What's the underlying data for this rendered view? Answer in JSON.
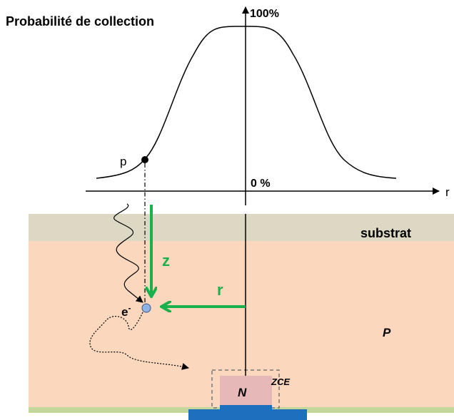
{
  "title": "Probabilité de collection",
  "top_label": "100%",
  "zero_label": "0 %",
  "point_label": "p",
  "r_axis_label": "r",
  "substrat_label": "substrat",
  "p_region_label": "P",
  "n_region_label": "N",
  "zce_label": "ZCE",
  "electron_label": "e",
  "electron_sup": "-",
  "z_arrow_label": "z",
  "r_arrow_label": "r",
  "colors": {
    "substrat": "#ddd8c3",
    "p_region": "#fad7bd",
    "n_region": "#e6b9b8",
    "green_arrow": "#19b14c",
    "blue_contact": "#1f6fbf",
    "green_strip": "#c4d79b",
    "electron": "#8db3e2"
  }
}
